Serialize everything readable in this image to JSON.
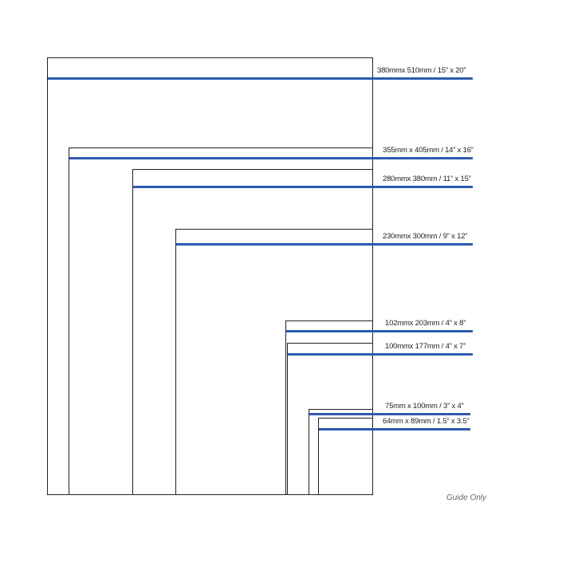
{
  "sizes": [
    {
      "label": "380mmx 510mm / 15” x 20”"
    },
    {
      "label": "355mm x 405mm / 14” x 16”"
    },
    {
      "label": "280mmx 380mm / 11” x 15”"
    },
    {
      "label": "230mmx 300mm / 9” x 12”"
    },
    {
      "label": "102mmx 203mm / 4” x 8”"
    },
    {
      "label": "100mmx 177mm / 4” x 7”"
    },
    {
      "label": "75mm x 100mm / 3” x 4”"
    },
    {
      "label": "64mm x  89mm / 1.5” x 3.5”"
    }
  ],
  "note": "Guide Only",
  "colors": {
    "line": "#2c5bb0",
    "frame": "#222222"
  }
}
